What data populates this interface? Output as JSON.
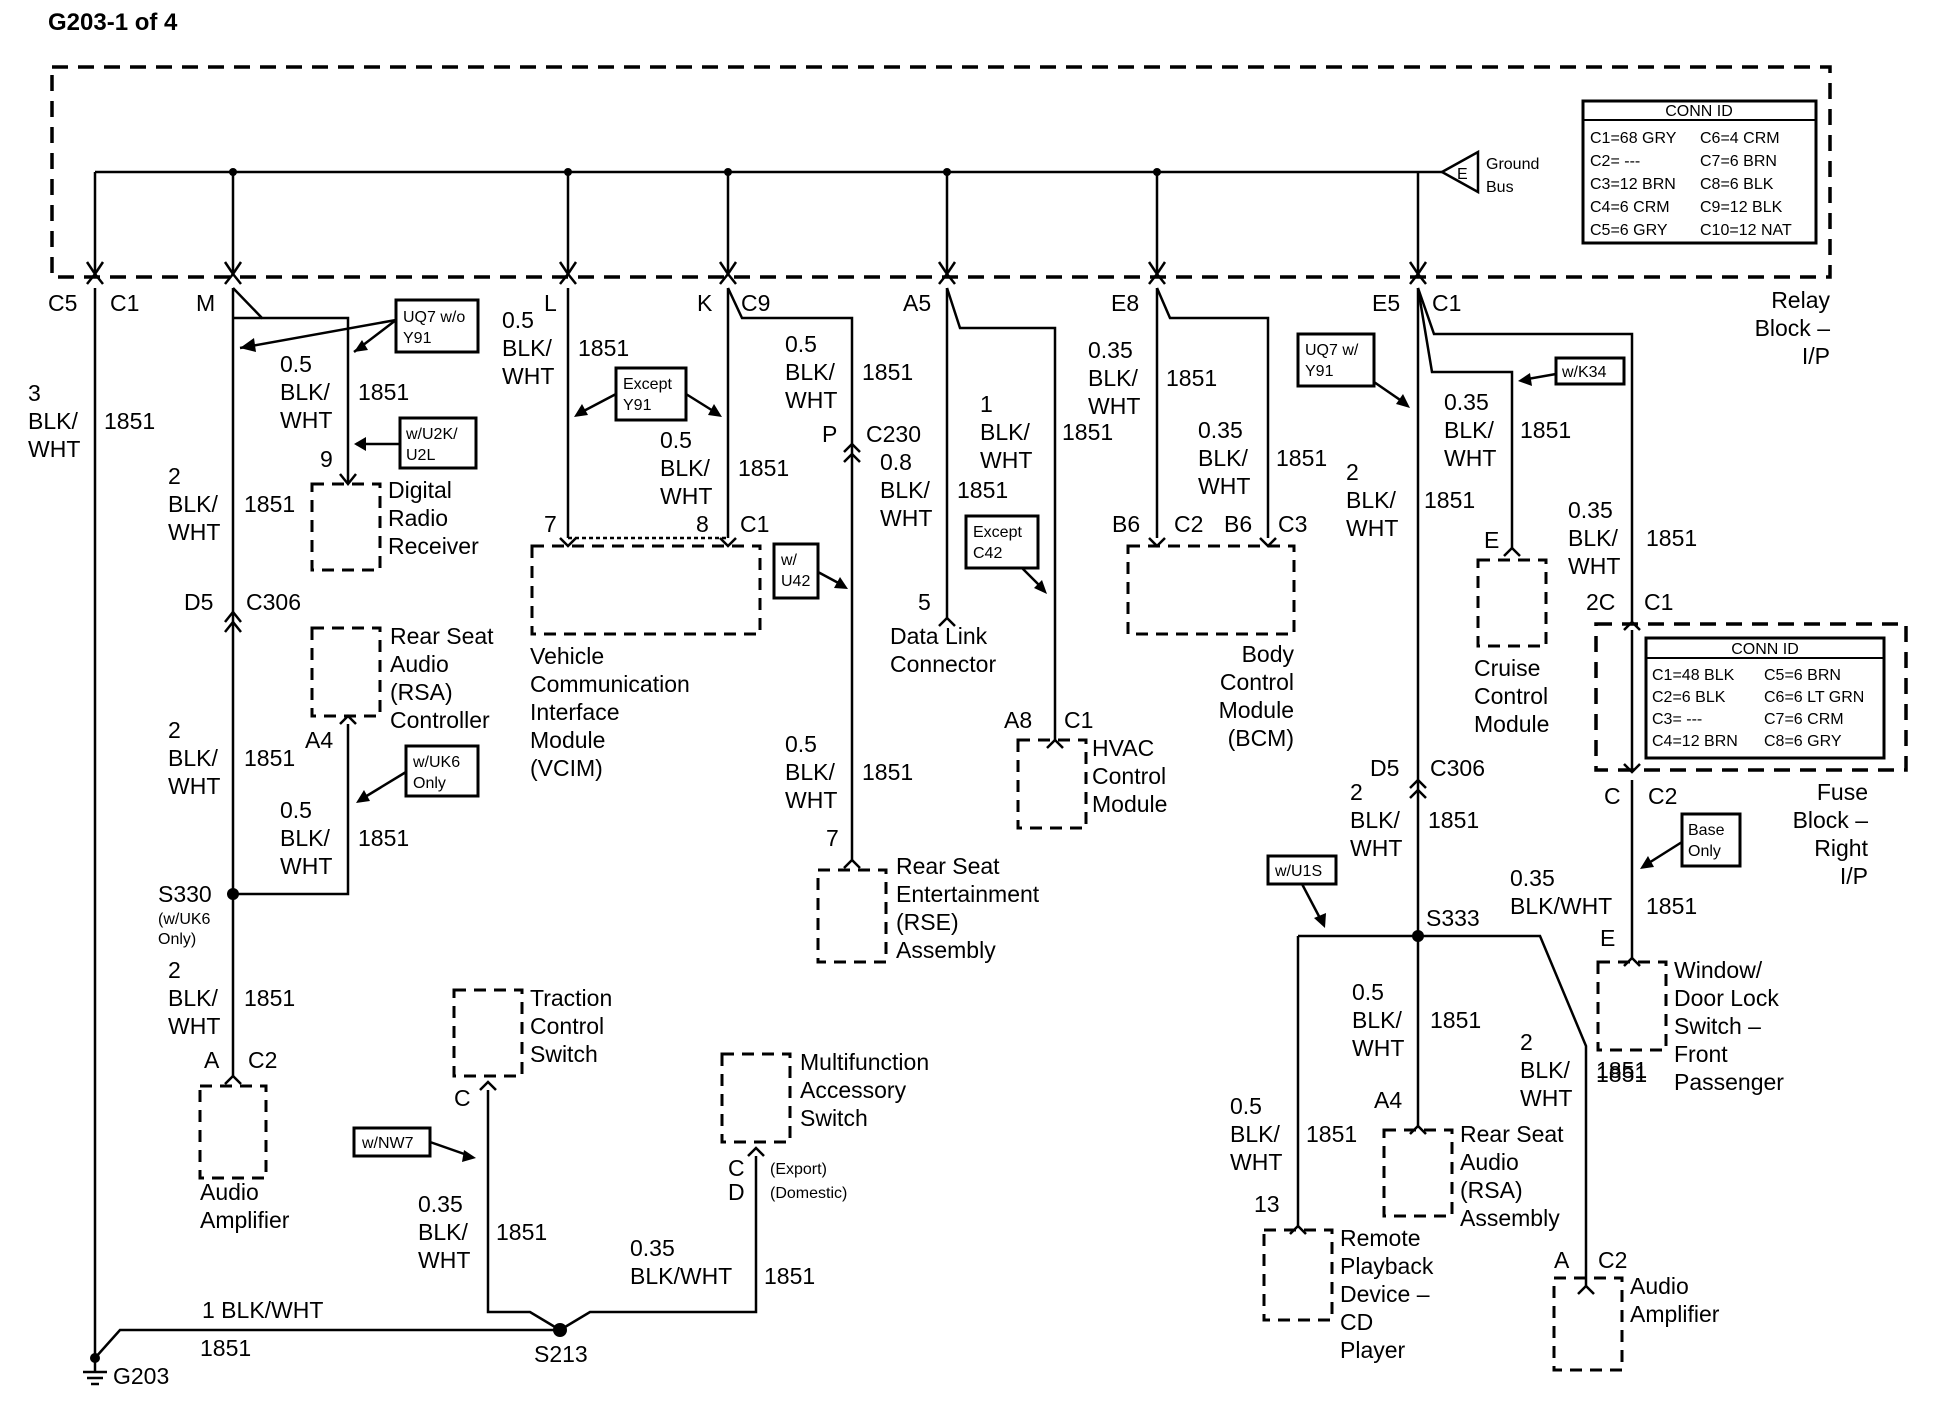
{
  "title": "G203-1 of 4",
  "relay_block": [
    "Relay",
    "Block –",
    "I/P"
  ],
  "fuse_block": [
    "Fuse",
    "Block –",
    "Right",
    "I/P"
  ],
  "ground_bus": {
    "pin": "E",
    "label": [
      "Ground",
      "Bus"
    ]
  },
  "conn_id_relay": {
    "header": "CONN ID",
    "rows": [
      [
        "C1=68 GRY",
        "C6=4 CRM"
      ],
      [
        "C2= ---",
        "C7=6 BRN"
      ],
      [
        "C3=12 BRN",
        "C8=6 BLK"
      ],
      [
        "C4=6 CRM",
        "C9=12 BLK"
      ],
      [
        "C5=6 GRY",
        "C10=12 NAT"
      ]
    ]
  },
  "conn_id_fuse": {
    "header": "CONN ID",
    "rows": [
      [
        "C1=48 BLK",
        "C5=6 BRN"
      ],
      [
        "C2=6 BLK",
        "C6=6 LT GRN"
      ],
      [
        "C3= ---",
        "C7=6 CRM"
      ],
      [
        "C4=12 BRN",
        "C8=6 GRY"
      ]
    ]
  },
  "relay_pins": {
    "c5": "C5",
    "c1a": "C1",
    "m": "M",
    "l": "L",
    "k": "K",
    "c9": "C9",
    "a5": "A5",
    "e8": "E8",
    "e5": "E5",
    "c1b": "C1"
  },
  "wire_labels": {
    "w1": [
      "3",
      "BLK/",
      "WHT"
    ],
    "w1c": "1851",
    "w2": [
      "0.5",
      "BLK/",
      "WHT"
    ],
    "w2c": "1851",
    "w3": [
      "2",
      "BLK/",
      "WHT"
    ],
    "w3c": "1851",
    "w4": [
      "2",
      "BLK/",
      "WHT"
    ],
    "w4c": "1851",
    "w5": [
      "0.5",
      "BLK/",
      "WHT"
    ],
    "w5c": "1851",
    "w6": [
      "2",
      "BLK/",
      "WHT"
    ],
    "w6c": "1851",
    "w7": [
      "0.5",
      "BLK/",
      "WHT"
    ],
    "w7c": "1851",
    "w8": [
      "0.5",
      "BLK/",
      "WHT"
    ],
    "w8c": "1851",
    "w9": [
      "0.5",
      "BLK/",
      "WHT"
    ],
    "w9c": "1851",
    "w10": [
      "0.8",
      "BLK/",
      "WHT"
    ],
    "w10c": "1851",
    "w11": [
      "0.5",
      "BLK/",
      "WHT"
    ],
    "w11c": "1851",
    "w12": [
      "1",
      "BLK/",
      "WHT"
    ],
    "w12c": "1851",
    "w13": [
      "0.35",
      "BLK/",
      "WHT"
    ],
    "w13c": "1851",
    "w14": [
      "0.35",
      "BLK/",
      "WHT"
    ],
    "w14c": "1851",
    "w15": [
      "2",
      "BLK/",
      "WHT"
    ],
    "w15c": "1851",
    "w16": [
      "0.35",
      "BLK/",
      "WHT"
    ],
    "w16c": "1851",
    "w17": [
      "0.35",
      "BLK/",
      "WHT"
    ],
    "w17c": "1851",
    "w18": [
      "2",
      "BLK/",
      "WHT"
    ],
    "w18c": "1851",
    "w19": "0.35",
    "w19b": "BLK/WHT",
    "w19c": "1851",
    "w20": [
      "0.5",
      "BLK/",
      "WHT"
    ],
    "w20c": "1851",
    "w21": [
      "2",
      "BLK/",
      "WHT"
    ],
    "w21c": "1851",
    "w22": [
      "0.5",
      "BLK/",
      "WHT"
    ],
    "w22c": "1851",
    "w23": [
      "0.35",
      "BLK/",
      "WHT"
    ],
    "w23c": "1851",
    "w24": "0.35",
    "w24b": "BLK/WHT",
    "w24c": "1851",
    "w25": "1 BLK/WHT",
    "w25c": "1851"
  },
  "option_boxes": {
    "uq7_wo_y91": [
      "UQ7 w/o",
      "Y91"
    ],
    "w_u2k_u2l": [
      "w/U2K/",
      "U2L"
    ],
    "w_uk6_only": [
      "w/UK6",
      "Only"
    ],
    "except_y91": [
      "Except",
      "Y91"
    ],
    "w_u42": [
      "w/",
      "U42"
    ],
    "except_c42": [
      "Except",
      "C42"
    ],
    "uq7_w_y91": [
      "UQ7 w/",
      "Y91"
    ],
    "w_k34": "w/K34",
    "base_only": [
      "Base",
      "Only"
    ],
    "w_u1s": "w/U1S",
    "w_nw7": "w/NW7"
  },
  "components": {
    "digital_radio": [
      "Digital",
      "Radio",
      "Receiver"
    ],
    "rsa_controller": [
      "Rear Seat",
      "Audio",
      "(RSA)",
      "Controller"
    ],
    "vcim": [
      "Vehicle",
      "Communication",
      "Interface",
      "Module",
      "(VCIM)"
    ],
    "rse": [
      "Rear Seat",
      "Entertainment",
      "(RSE)",
      "Assembly"
    ],
    "dlc": [
      "Data Link",
      "Connector"
    ],
    "hvac": [
      "HVAC",
      "Control",
      "Module"
    ],
    "bcm": [
      "Body",
      "Control",
      "Module",
      "(BCM)"
    ],
    "cruise": [
      "Cruise",
      "Control",
      "Module"
    ],
    "audio_amp_left": [
      "Audio",
      "Amplifier"
    ],
    "traction": [
      "Traction",
      "Control",
      "Switch"
    ],
    "multifunction": [
      "Multifunction",
      "Accessory",
      "Switch"
    ],
    "window_switch": [
      "Window/",
      "Door Lock",
      "Switch –",
      "Front",
      "Passenger"
    ],
    "rsa_assembly": [
      "Rear Seat",
      "Audio",
      "(RSA)",
      "Assembly"
    ],
    "cd_player": [
      "Remote",
      "Playback",
      "Device –",
      "CD",
      "Player"
    ],
    "audio_amp_right": [
      "Audio",
      "Amplifier"
    ]
  },
  "pins": {
    "drr": "9",
    "c306a": "C306",
    "d5a": "D5",
    "a4a": "A4",
    "s330": "S330",
    "s330_note": [
      "(w/UK6",
      "Only)"
    ],
    "amp_a": "A",
    "amp_c2": "C2",
    "vcim7": "7",
    "vcim8": "8",
    "vcim_c1": "C1",
    "p": "P",
    "c230": "C230",
    "rse7": "7",
    "dlc5": "5",
    "hvac_a8": "A8",
    "hvac_c1": "C1",
    "b6a": "B6",
    "c2b": "C2",
    "b6b": "B6",
    "c3": "C3",
    "e_cruise": "E",
    "fb_2c": "2C",
    "fb_c1": "C1",
    "fb_c": "C",
    "fb_c2": "C2",
    "d5b": "D5",
    "c306b": "C306",
    "s333": "S333",
    "ww_e": "E",
    "rsa_a4": "A4",
    "cd13": "13",
    "amp2_a": "A",
    "amp2_c2": "C2",
    "tcs_c": "C",
    "mfs_c": "C",
    "mfs_d": "D",
    "export": "(Export)",
    "domestic": "(Domestic)",
    "s213": "S213",
    "g203": "G203"
  },
  "colors": {
    "line": "#000000",
    "background": "#ffffff"
  }
}
